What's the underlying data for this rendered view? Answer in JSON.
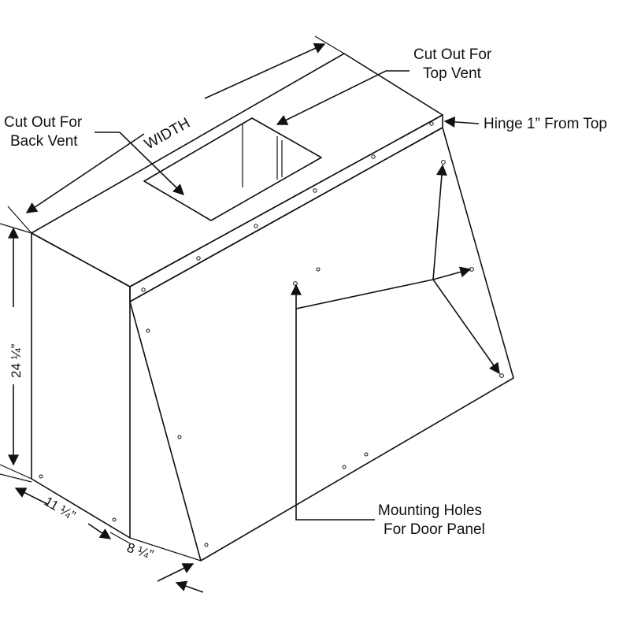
{
  "labels": {
    "top_vent_line1": "Cut Out For",
    "top_vent_line2": "Top Vent",
    "back_vent_line1": "Cut Out For",
    "back_vent_line2": "Back Vent",
    "hinge": "Hinge 1” From Top",
    "mounting_line1": "Mounting Holes",
    "mounting_line2": "For Door Panel"
  },
  "dimensions": {
    "width": "WIDTH",
    "height": "24 ¼”",
    "depth": "11 ¼”",
    "front_depth": "8 ¼”"
  },
  "colors": {
    "line": "#111111",
    "background": "#ffffff"
  }
}
